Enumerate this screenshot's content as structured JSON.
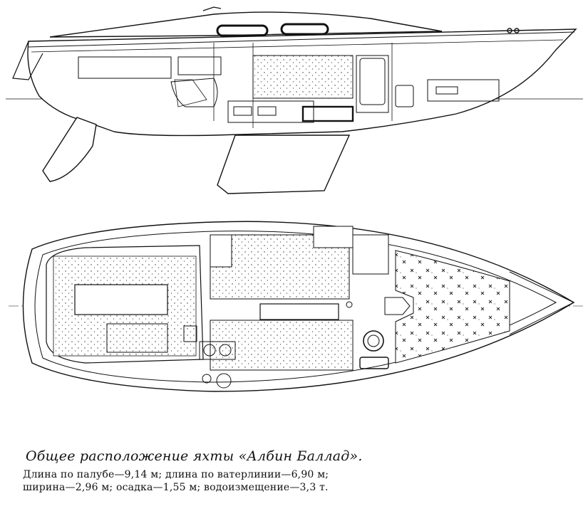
{
  "caption": {
    "title": "Общее расположение яхты «Албин Баллад».",
    "line1": "Длина по палубе—9,14 м; длина по ватерлинии—6,90 м;",
    "line2": "ширина—2,96 м; осадка—1,55 м; водоизмещение—3,3 т."
  }
}
